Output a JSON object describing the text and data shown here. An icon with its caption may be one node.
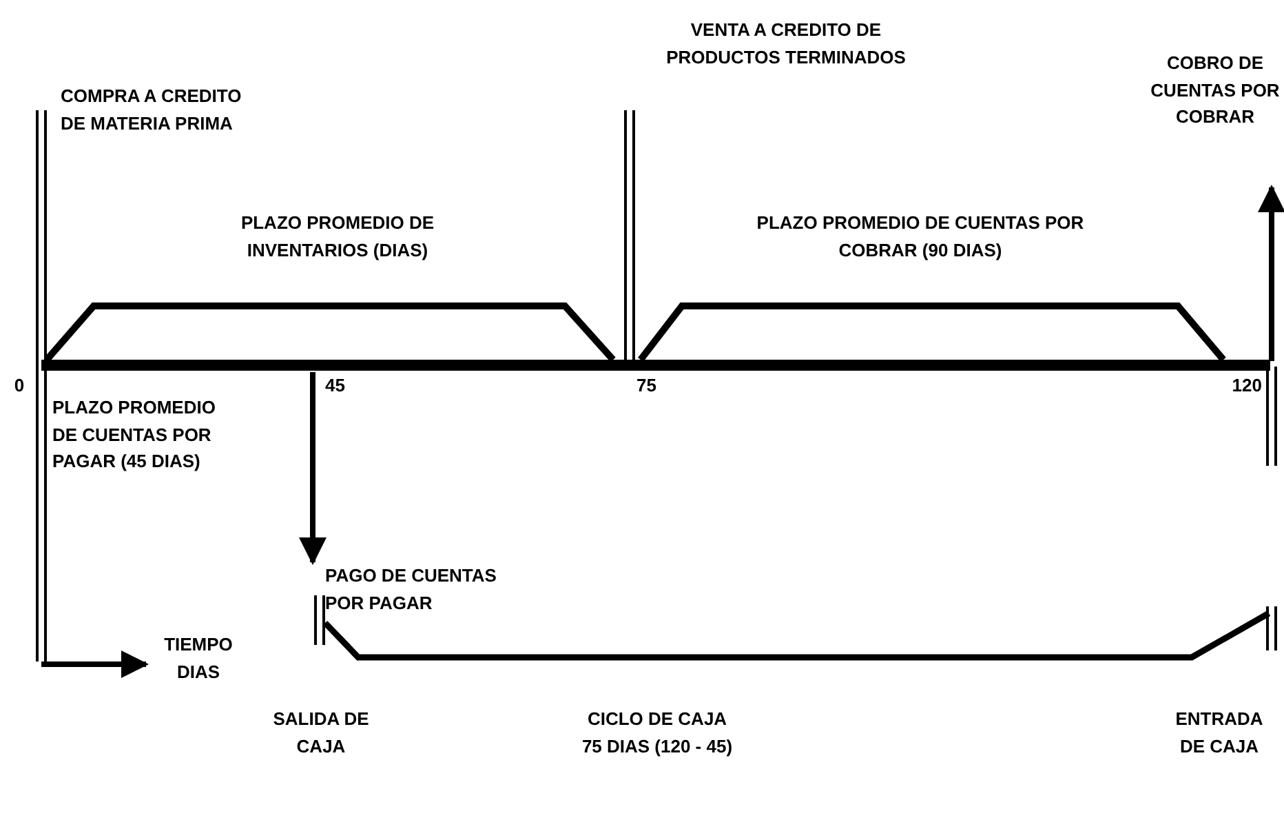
{
  "diagram": {
    "nodes": [
      {
        "text": [
          "COBRO DE CUENTAS POR COBRAR"
        ]
      },
      {
        "text": [
          "PAGO DE CUENTAS POR PAGAR"
        ]
      },
      {
        "text": [
          "TIEMPO DIAS"
        ]
      }
    ],
    "edges": [
      {
        "from": null,
        "to": 0,
        "arrow": "to"
      },
      {
        "from": null,
        "to": 1,
        "arrow": "to"
      },
      {
        "from": null,
        "to": 2,
        "arrow": "to"
      }
    ],
    "labels": [
      "VENTA A CREDITO DE PRODUCTOS TERMINADOS",
      "COMPRA A CREDITO DE MATERIA PRIMA",
      "PLAZO PROMEDIO DE INVENTARIOS (DIAS)",
      "PLAZO PROMEDIO DE CUENTAS POR COBRAR (90 DIAS)",
      "0",
      "45",
      "75",
      "120",
      "PLAZO PROMEDIO DE CUENTAS POR PAGAR (45 DIAS)",
      "SALIDA DE CAJA",
      "CICLO DE CAJA 75 DIAS (120 - 45)",
      "ENTRADA DE CAJA"
    ]
  }
}
